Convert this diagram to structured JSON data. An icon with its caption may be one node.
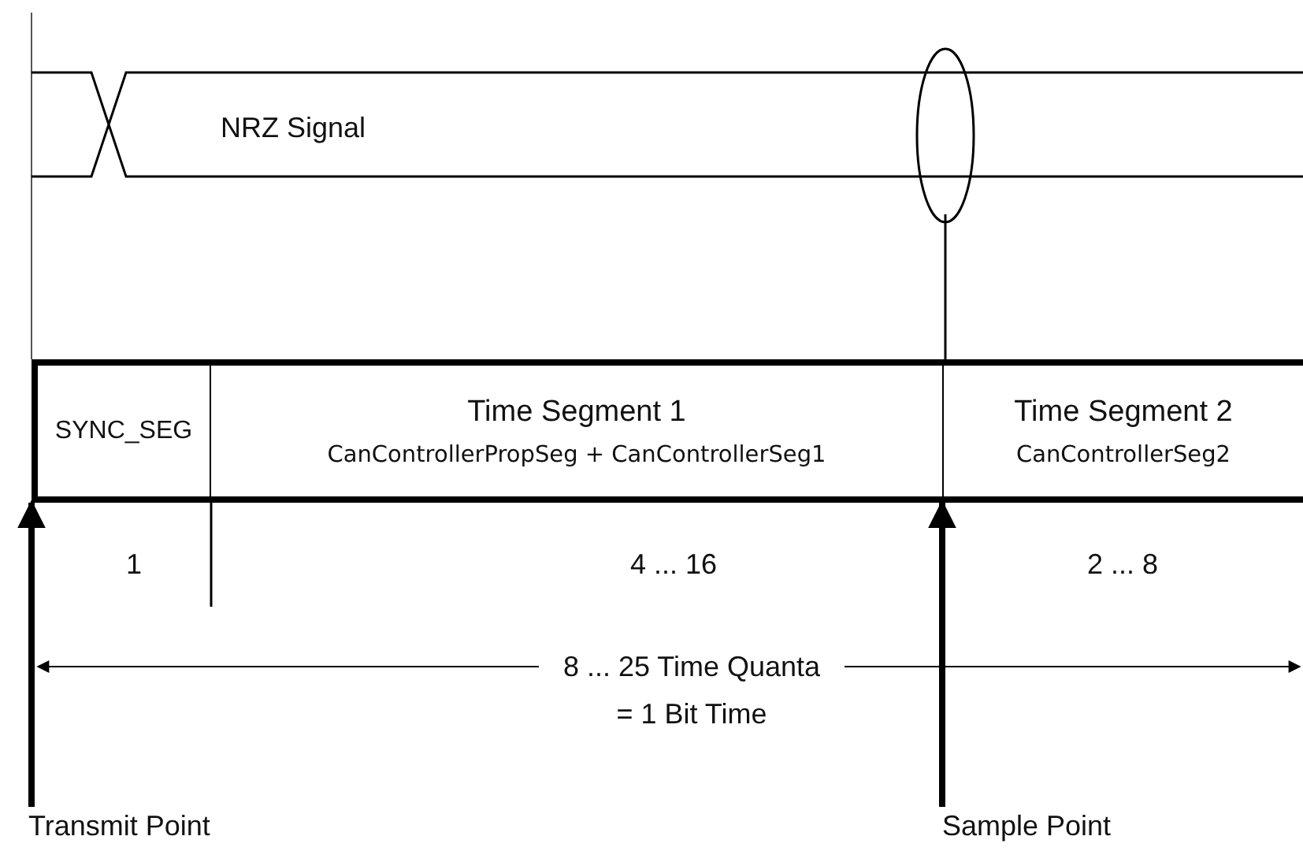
{
  "diagram": {
    "nodes": [
      {
        "text": [
          "SYNC_SEG"
        ]
      },
      {
        "text": [
          "Time Segment 1",
          "CanControllerPropSeg + CanControllerSeg1"
        ]
      },
      {
        "text": [
          "Time Segment 2",
          "CanControllerSeg2"
        ]
      },
      {
        "text": [
          "Transmit Point"
        ]
      },
      {
        "text": [
          "Sample Point"
        ]
      }
    ],
    "edges": [
      {
        "from": 3,
        "to": 0,
        "arrow": "to"
      },
      {
        "from": 4,
        "to": 2,
        "arrow": "to"
      }
    ],
    "labels": [
      "NRZ Signal",
      "1",
      "4 ... 16",
      "2 ... 8",
      "8 ... 25 Time Quanta = 1 Bit Time"
    ]
  }
}
